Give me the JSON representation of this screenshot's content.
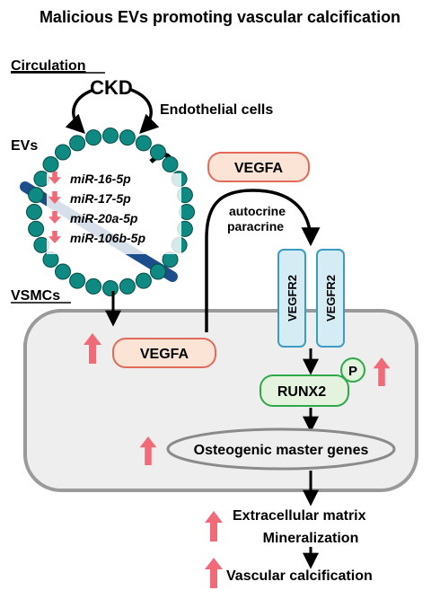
{
  "title": "Malicious EVs promoting vascular calcification",
  "labels": {
    "circulation": "Circulation",
    "ckd": "CKD",
    "endothelial": "Endothelial cells",
    "evs": "EVs",
    "vsmcs": "VSMCs",
    "vegfa_top": "VEGFA",
    "vegfa_cell": "VEGFA",
    "autocrine": "autocrine",
    "paracrine": "paracrine",
    "vegfr2_a": "VEGFR2",
    "vegfr2_b": "VEGFR2",
    "runx2": "RUNX2",
    "phospho": "P",
    "osteo": "Osteogenic master genes",
    "ecm": "Extracellular matrix",
    "mineralization": "Mineralization",
    "vascular": "Vascular calcification"
  },
  "mirnas": [
    "miR-16-5p",
    "miR-17-5p",
    "miR-20a-5p",
    "miR-106b-5p"
  ],
  "colors": {
    "teal": "#0e8a82",
    "pink_arrow": "#f06a78",
    "vegfa_fill": "#fbe3d6",
    "vegfa_stroke": "#e26a5a",
    "receptor_fill": "#d6ecf5",
    "receptor_stroke": "#3a9cc0",
    "runx2_fill": "#e3f3dd",
    "runx2_stroke": "#2ea84a",
    "cell_fill": "#eeeeee",
    "cell_stroke": "#9a9a9a",
    "ev_core": "#1d4e8c"
  }
}
